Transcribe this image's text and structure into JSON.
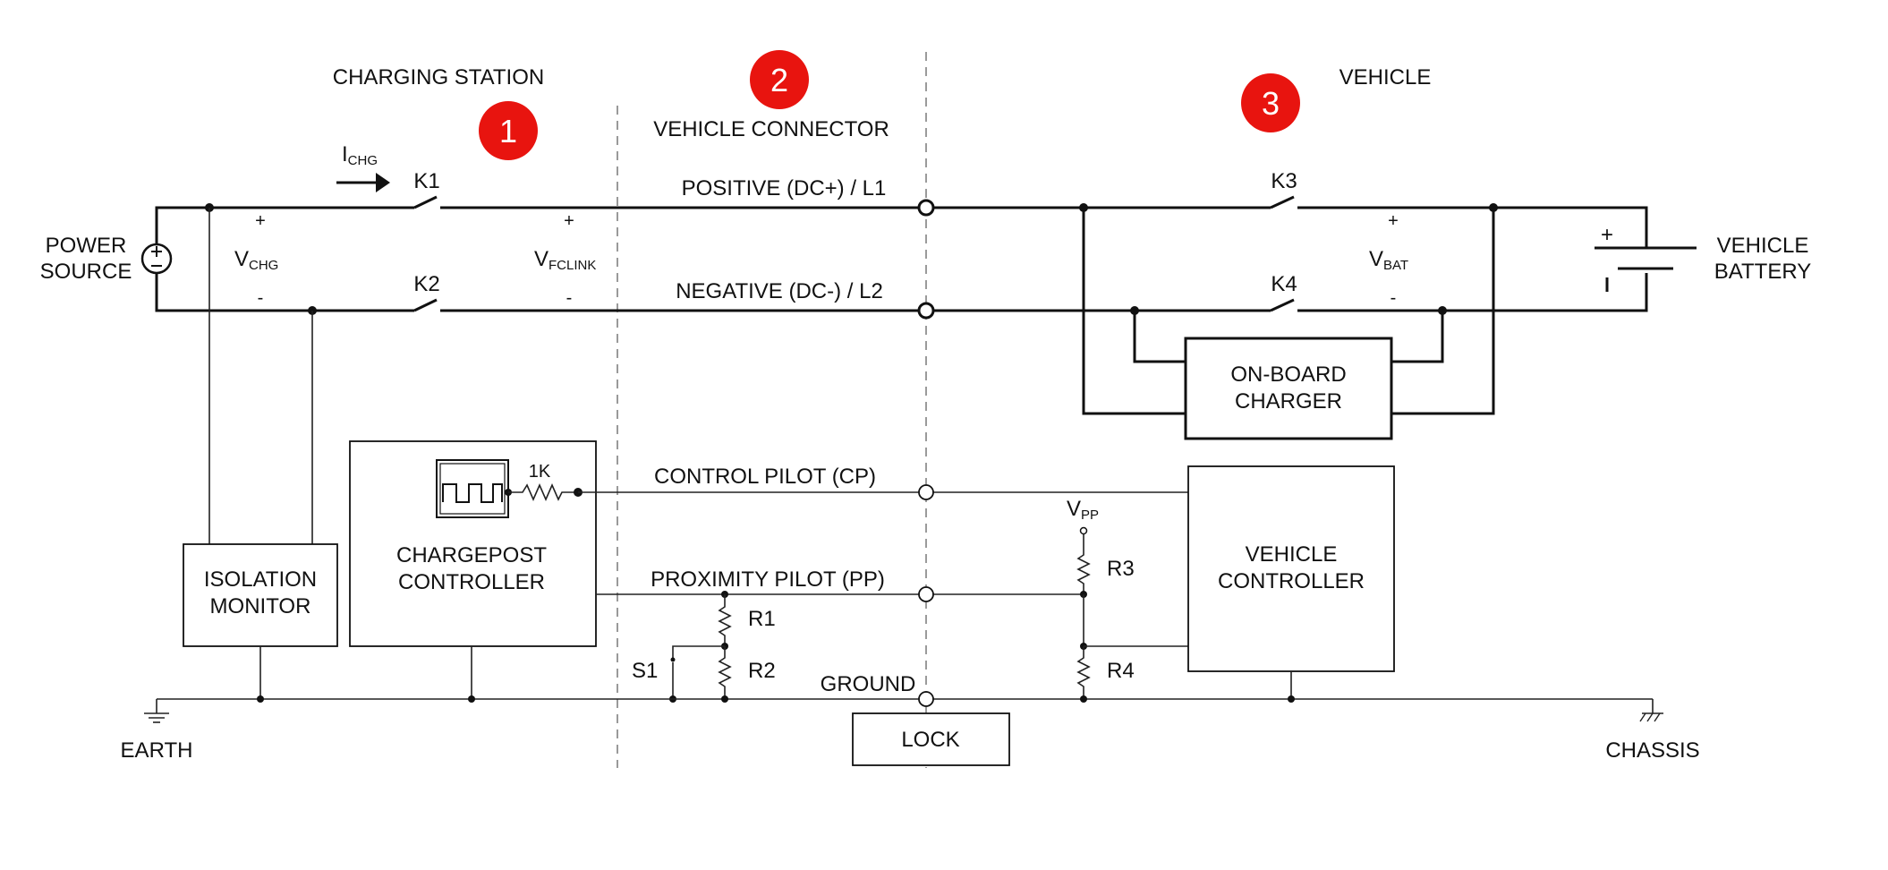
{
  "sections": {
    "charging_station": "CHARGING STATION",
    "vehicle_connector": "VEHICLE CONNECTOR",
    "vehicle": "VEHICLE"
  },
  "badges": [
    {
      "number": "1",
      "color": "#e8140f"
    },
    {
      "number": "2",
      "color": "#e8140f"
    },
    {
      "number": "3",
      "color": "#e8140f"
    }
  ],
  "labels": {
    "power_source_1": "POWER",
    "power_source_2": "SOURCE",
    "vehicle_battery_1": "VEHICLE",
    "vehicle_battery_2": "BATTERY",
    "positive_line": "POSITIVE (DC+) / L1",
    "negative_line": "NEGATIVE (DC-) / L2",
    "control_pilot": "CONTROL PILOT (CP)",
    "proximity_pilot": "PROXIMITY PILOT (PP)",
    "ground": "GROUND",
    "lock": "LOCK",
    "earth": "EARTH",
    "chassis": "CHASSIS",
    "isolation_monitor_1": "ISOLATION",
    "isolation_monitor_2": "MONITOR",
    "chargepost_controller_1": "CHARGEPOST",
    "chargepost_controller_2": "CONTROLLER",
    "vehicle_controller_1": "VEHICLE",
    "vehicle_controller_2": "CONTROLLER",
    "onboard_charger_1": "ON-BOARD",
    "onboard_charger_2": "CHARGER",
    "resistor_1k": "1K"
  },
  "components": {
    "k1": "K1",
    "k2": "K2",
    "k3": "K3",
    "k4": "K4",
    "r1": "R1",
    "r2": "R2",
    "r3": "R3",
    "r4": "R4",
    "s1": "S1"
  },
  "voltages": {
    "vchg_main": "V",
    "vchg_sub": "CHG",
    "vfclink_main": "V",
    "vfclink_sub": "FCLINK",
    "vbat_main": "V",
    "vbat_sub": "BAT",
    "vpp_main": "V",
    "vpp_sub": "PP",
    "ichg_main": "I",
    "ichg_sub": "CHG",
    "plus": "+",
    "minus": "-"
  }
}
